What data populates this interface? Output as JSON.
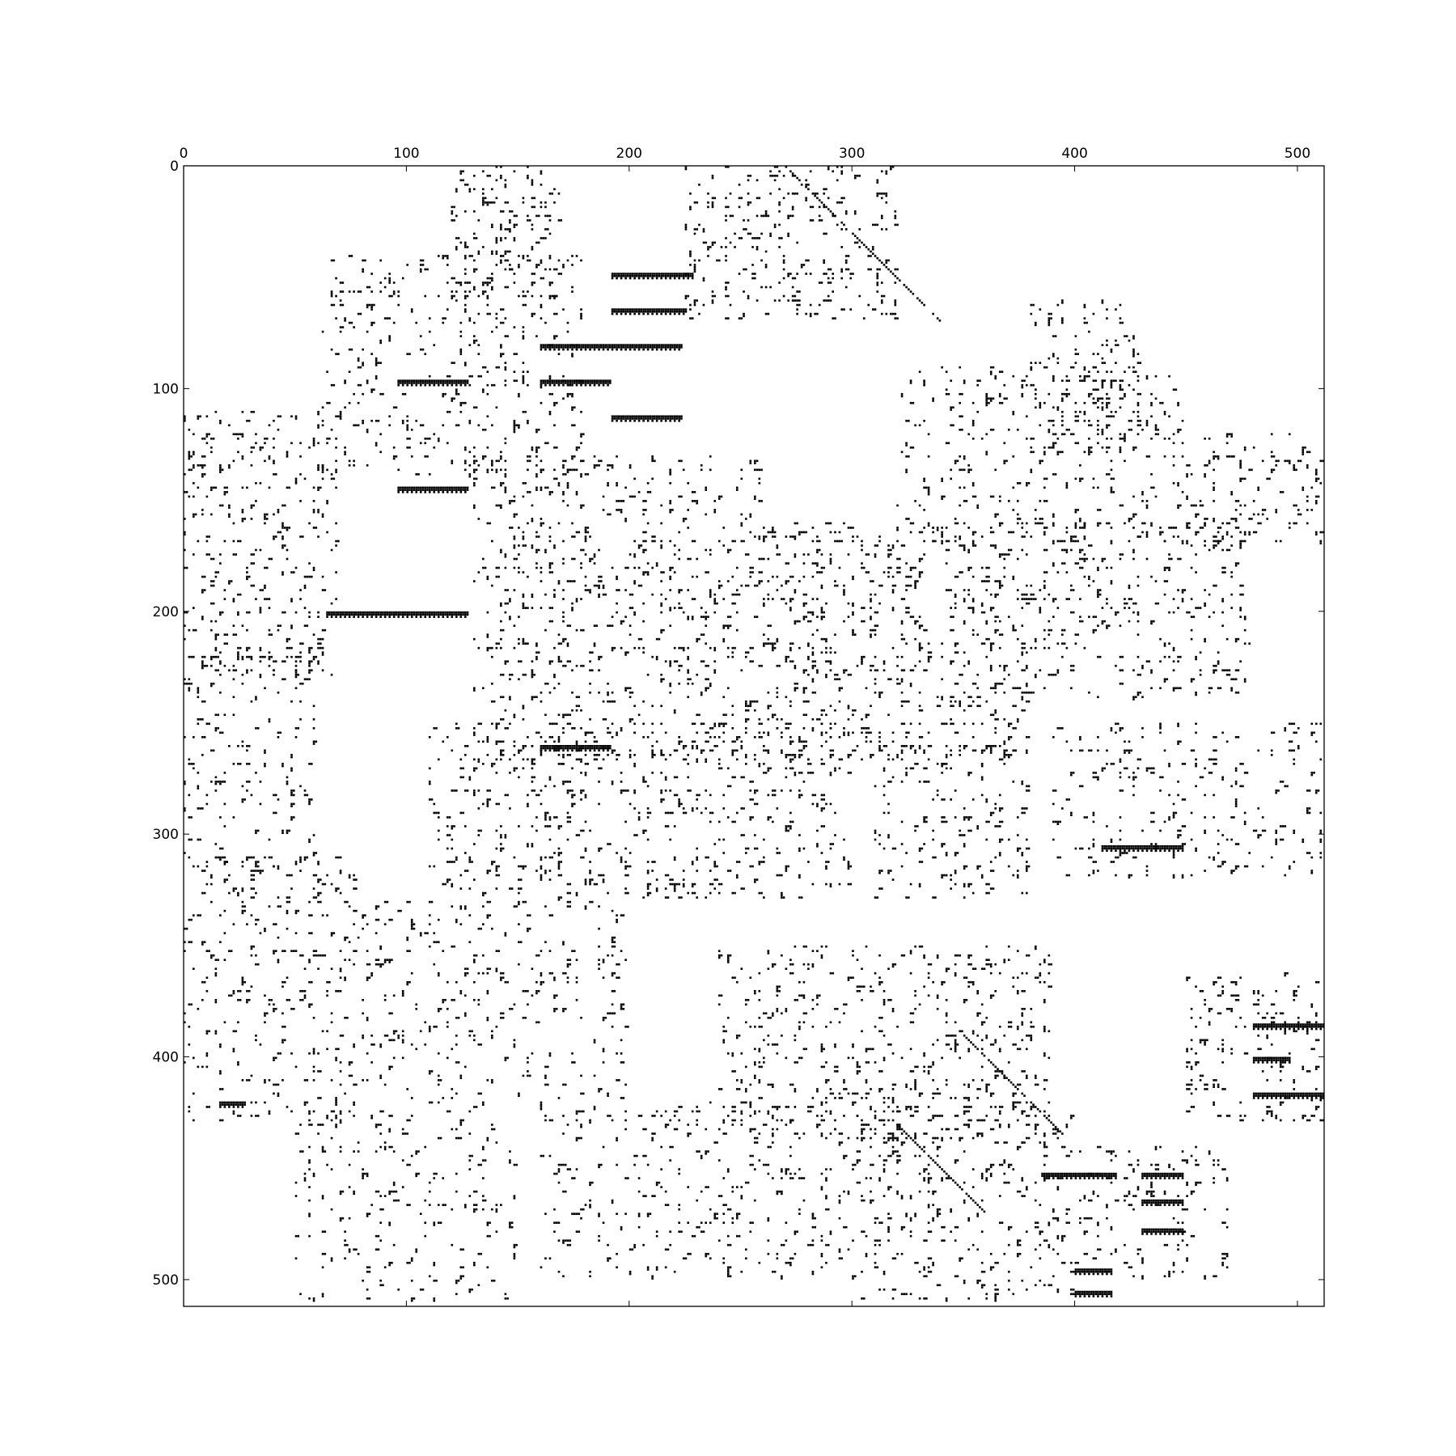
{
  "chart_data": {
    "type": "heatmap",
    "rows": 512,
    "cols": 512,
    "xlim": [
      0,
      512
    ],
    "ylim": [
      512,
      0
    ],
    "x_axis_position": "top",
    "grid": false,
    "x_ticks": [
      0,
      100,
      200,
      300,
      400,
      500
    ],
    "y_ticks": [
      0,
      100,
      200,
      300,
      400,
      500
    ],
    "x_tick_labels": [
      "0",
      "100",
      "200",
      "300",
      "400",
      "500"
    ],
    "y_tick_labels": [
      "0",
      "100",
      "200",
      "300",
      "400",
      "500"
    ],
    "marker_color": "#000000",
    "frame_color": "#000000",
    "background_color": "#ffffff",
    "solid_bars": [
      {
        "row": 48,
        "col_start": 192,
        "col_end": 228
      },
      {
        "row": 64,
        "col_start": 192,
        "col_end": 225
      },
      {
        "row": 80,
        "col_start": 160,
        "col_end": 223
      },
      {
        "row": 96,
        "col_start": 96,
        "col_end": 127
      },
      {
        "row": 96,
        "col_start": 160,
        "col_end": 191
      },
      {
        "row": 112,
        "col_start": 192,
        "col_end": 223
      },
      {
        "row": 144,
        "col_start": 96,
        "col_end": 127
      },
      {
        "row": 200,
        "col_start": 64,
        "col_end": 127
      },
      {
        "row": 260,
        "col_start": 160,
        "col_end": 191
      },
      {
        "row": 305,
        "col_start": 412,
        "col_end": 448
      },
      {
        "row": 385,
        "col_start": 480,
        "col_end": 511
      },
      {
        "row": 400,
        "col_start": 480,
        "col_end": 496
      },
      {
        "row": 416,
        "col_start": 480,
        "col_end": 511
      },
      {
        "row": 420,
        "col_start": 16,
        "col_end": 27
      },
      {
        "row": 452,
        "col_start": 385,
        "col_end": 418
      },
      {
        "row": 452,
        "col_start": 430,
        "col_end": 448
      },
      {
        "row": 464,
        "col_start": 430,
        "col_end": 448
      },
      {
        "row": 477,
        "col_start": 430,
        "col_end": 448
      },
      {
        "row": 495,
        "col_start": 400,
        "col_end": 416
      },
      {
        "row": 505,
        "col_start": 400,
        "col_end": 416
      }
    ],
    "sparsity_regions": [
      {
        "rows": [
          0,
          60
        ],
        "cols": [
          120,
          170
        ],
        "density": 0.32
      },
      {
        "rows": [
          0,
          70
        ],
        "cols": [
          225,
          320
        ],
        "density": 0.28
      },
      {
        "rows": [
          40,
          140
        ],
        "cols": [
          60,
          180
        ],
        "density": 0.22
      },
      {
        "rows": [
          60,
          130
        ],
        "cols": [
          380,
          430
        ],
        "density": 0.3
      },
      {
        "rows": [
          90,
          170
        ],
        "cols": [
          320,
          450
        ],
        "density": 0.2
      },
      {
        "rows": [
          120,
          170
        ],
        "cols": [
          450,
          512
        ],
        "density": 0.28
      },
      {
        "rows": [
          110,
          230
        ],
        "cols": [
          0,
          70
        ],
        "density": 0.24
      },
      {
        "rows": [
          130,
          270
        ],
        "cols": [
          130,
          260
        ],
        "density": 0.26
      },
      {
        "rows": [
          160,
          270
        ],
        "cols": [
          260,
          380
        ],
        "density": 0.3
      },
      {
        "rows": [
          160,
          240
        ],
        "cols": [
          380,
          480
        ],
        "density": 0.24
      },
      {
        "rows": [
          220,
          320
        ],
        "cols": [
          0,
          60
        ],
        "density": 0.18
      },
      {
        "rows": [
          250,
          330
        ],
        "cols": [
          110,
          300
        ],
        "density": 0.24
      },
      {
        "rows": [
          260,
          330
        ],
        "cols": [
          310,
          380
        ],
        "density": 0.24
      },
      {
        "rows": [
          250,
          320
        ],
        "cols": [
          390,
          512
        ],
        "density": 0.2
      },
      {
        "rows": [
          310,
          430
        ],
        "cols": [
          0,
          80
        ],
        "density": 0.2
      },
      {
        "rows": [
          330,
          420
        ],
        "cols": [
          80,
          200
        ],
        "density": 0.18
      },
      {
        "rows": [
          350,
          440
        ],
        "cols": [
          240,
          390
        ],
        "density": 0.24
      },
      {
        "rows": [
          360,
          430
        ],
        "cols": [
          450,
          512
        ],
        "density": 0.22
      },
      {
        "rows": [
          420,
          510
        ],
        "cols": [
          50,
          150
        ],
        "density": 0.16
      },
      {
        "rows": [
          420,
          500
        ],
        "cols": [
          160,
          300
        ],
        "density": 0.2
      },
      {
        "rows": [
          420,
          510
        ],
        "cols": [
          300,
          400
        ],
        "density": 0.2
      },
      {
        "rows": [
          440,
          500
        ],
        "cols": [
          400,
          470
        ],
        "density": 0.22
      }
    ],
    "diagonal_bands": [
      {
        "row_start": 390,
        "col_start": 350,
        "length": 45
      },
      {
        "row_start": 430,
        "col_start": 320,
        "length": 40
      },
      {
        "row_start": 0,
        "col_start": 270,
        "length": 70
      }
    ]
  }
}
